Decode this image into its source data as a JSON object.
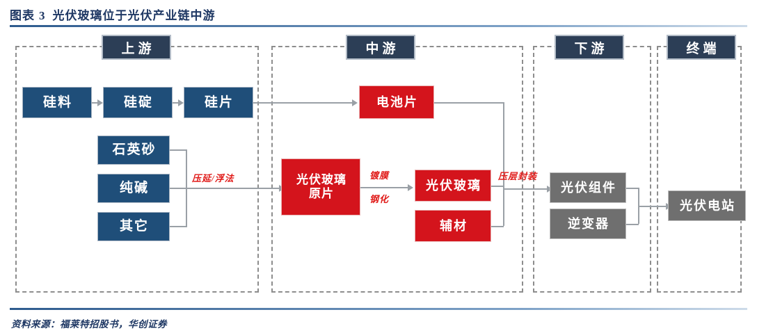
{
  "figure": {
    "label": "图表",
    "number": "3",
    "title": "光伏玻璃位于光伏产业链中游",
    "source": "资料来源：福莱特招股书，华创证券"
  },
  "colors": {
    "stage_header": "#2c3e56",
    "upstream_node": "#1f4e79",
    "midstream_node": "#d4141c",
    "downstream_node": "#6f6f6f",
    "process_label": "#e01a18",
    "rule": "#2e5b8e",
    "connector": "#9aa0a6"
  },
  "stages": [
    {
      "id": "upstream",
      "label": "上游"
    },
    {
      "id": "midstream",
      "label": "中游"
    },
    {
      "id": "downstream",
      "label": "下游"
    },
    {
      "id": "terminal",
      "label": "终端"
    }
  ],
  "nodes": {
    "silicon_material": "硅料",
    "silicon_ingot": "硅碇",
    "silicon_wafer": "硅片",
    "quartz_sand": "石英砂",
    "soda_ash": "纯碱",
    "others": "其它",
    "solar_cell": "电池片",
    "glass_raw_line1": "光伏玻璃",
    "glass_raw_line2": "原片",
    "solar_glass": "光伏玻璃",
    "auxiliary_material": "辅材",
    "pv_module": "光伏组件",
    "inverter": "逆变器",
    "pv_power_station": "光伏电站"
  },
  "process_labels": {
    "rolling_float": "压延/浮法",
    "coating": "镀膜",
    "tempering": "钢化",
    "lamination_encapsulation": "压层封装"
  }
}
